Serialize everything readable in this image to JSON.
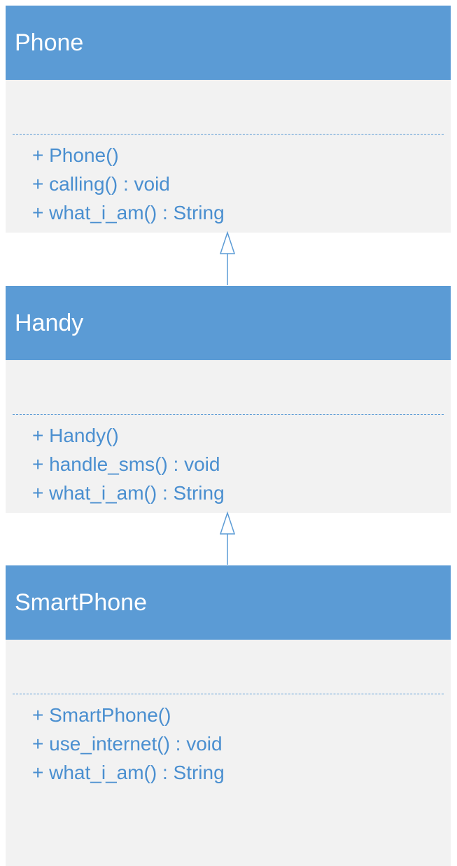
{
  "classes": [
    {
      "name": "Phone",
      "attributes": [],
      "operations": [
        "+ Phone()",
        "+ calling() : void",
        "+ what_i_am() : String"
      ]
    },
    {
      "name": "Handy",
      "attributes": [],
      "operations": [
        "+ Handy()",
        "+ handle_sms() : void",
        "+ what_i_am() : String"
      ]
    },
    {
      "name": "SmartPhone",
      "attributes": [],
      "operations": [
        "+ SmartPhone()",
        "+ use_internet() : void",
        "+ what_i_am() : String"
      ]
    }
  ],
  "relations": [
    {
      "type": "generalization",
      "from": "Handy",
      "to": "Phone"
    },
    {
      "type": "generalization",
      "from": "SmartPhone",
      "to": "Handy"
    }
  ],
  "colors": {
    "header_fill": "#5b9bd5",
    "body_fill": "#f2f2f2",
    "operation_text": "#4a8fd0",
    "connector": "#5b9bd5"
  }
}
